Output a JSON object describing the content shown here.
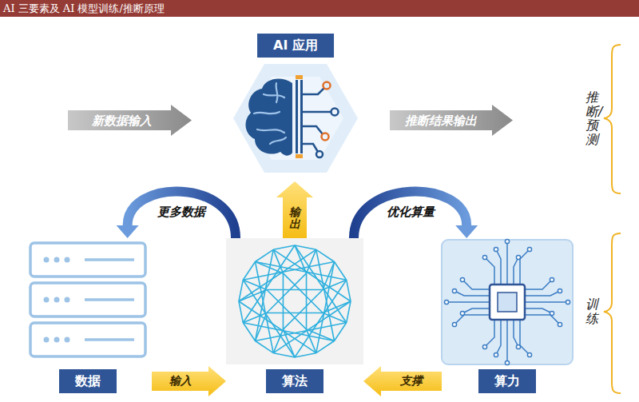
{
  "diagram": {
    "title": "AI 三要素及 AI 模型训练/推断原理",
    "nodes": [
      {
        "text": [
          "AI 应用"
        ]
      },
      {
        "text": [
          "数据"
        ]
      },
      {
        "text": [
          "算法"
        ]
      },
      {
        "text": [
          "算力"
        ]
      }
    ],
    "edges": [
      {
        "from": 1,
        "to": 2,
        "label": "输入",
        "arrow": "to"
      },
      {
        "from": 3,
        "to": 2,
        "label": "支撑",
        "arrow": "to"
      },
      {
        "from": 2,
        "to": 0,
        "label": "输出",
        "arrow": "to"
      },
      {
        "from": 2,
        "to": 1,
        "label": "更多数据",
        "arrow": "to"
      },
      {
        "from": 2,
        "to": 3,
        "label": "优化算量",
        "arrow": "to"
      }
    ],
    "labels": [
      "新数据输入",
      "推断结果输出",
      "推断/预测",
      "训练"
    ]
  }
}
